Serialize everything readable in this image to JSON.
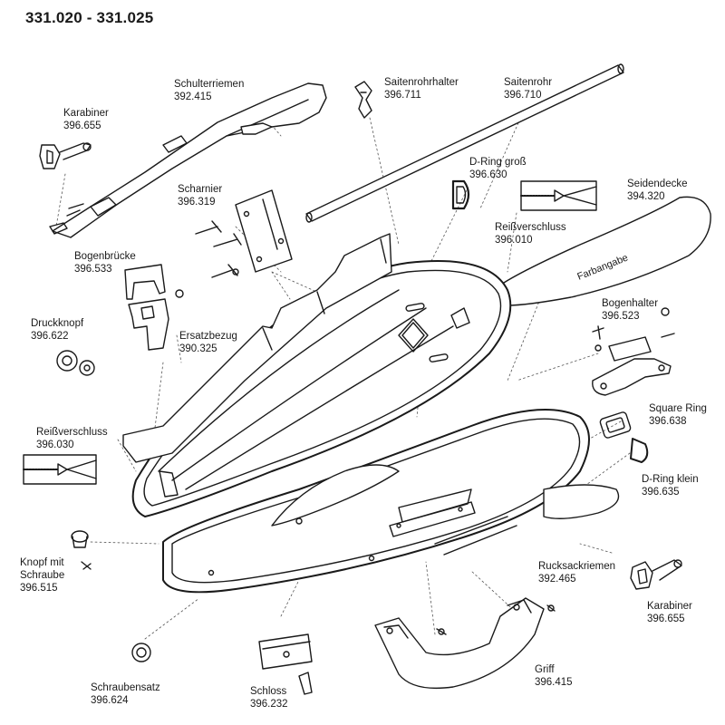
{
  "title": "331.020 - 331.025",
  "parts": {
    "karabiner_top": {
      "name": "Karabiner",
      "number": "396.655"
    },
    "schulterriemen": {
      "name": "Schulterriemen",
      "number": "392.415"
    },
    "saitenrohrhalter": {
      "name": "Saitenrohrhalter",
      "number": "396.711"
    },
    "saitenrohr": {
      "name": "Saitenrohr",
      "number": "396.710"
    },
    "d_ring_gross": {
      "name": "D-Ring groß",
      "number": "396.630"
    },
    "scharnier": {
      "name": "Scharnier",
      "number": "396.319"
    },
    "seidendecke": {
      "name": "Seidendecke",
      "number": "394.320"
    },
    "reissverschluss_top": {
      "name": "Reißverschluss",
      "number": "396.010"
    },
    "bogenbruecke": {
      "name": "Bogenbrücke",
      "number": "396.533"
    },
    "bogenhalter": {
      "name": "Bogenhalter",
      "number": "396.523"
    },
    "druckknopf": {
      "name": "Druckknopf",
      "number": "396.622"
    },
    "ersatzbezug": {
      "name": "Ersatzbezug",
      "number": "390.325"
    },
    "square_ring": {
      "name": "Square Ring",
      "number": "396.638"
    },
    "reissverschluss_left": {
      "name": "Reißverschluss",
      "number": "396.030"
    },
    "d_ring_klein": {
      "name": "D-Ring klein",
      "number": "396.635"
    },
    "knopf_mit_schraube": {
      "name_line1": "Knopf mit",
      "name_line2": "Schraube",
      "number": "396.515"
    },
    "rucksackriemen": {
      "name": "Rucksackriemen",
      "number": "392.465"
    },
    "karabiner_bottom": {
      "name": "Karabiner",
      "number": "396.655"
    },
    "schraubensatz": {
      "name": "Schraubensatz",
      "number": "396.624"
    },
    "schloss": {
      "name": "Schloss",
      "number": "396.232"
    },
    "griff": {
      "name": "Griff",
      "number": "396.415"
    }
  },
  "cover_text": "Farbangabe"
}
